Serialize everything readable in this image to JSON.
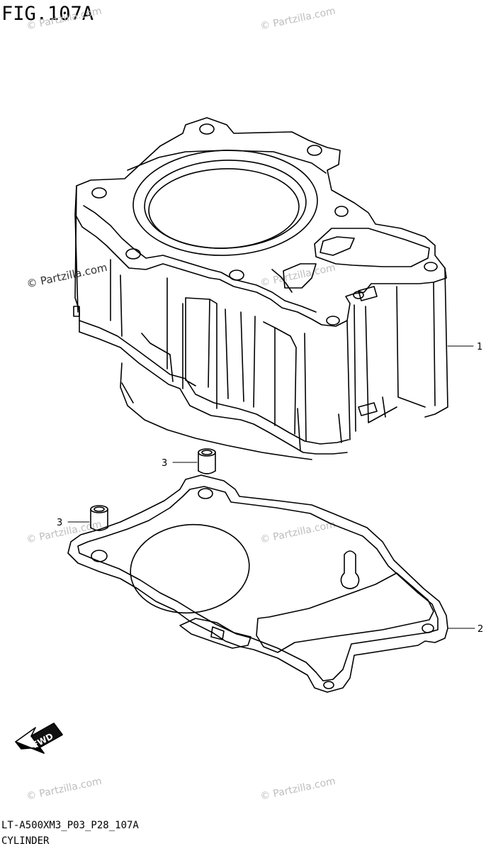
{
  "figure": {
    "title": "FIG.107A",
    "drawing_code": "LT-A500XM3_P03_P28_107A",
    "section_name": "CYLINDER"
  },
  "callouts": [
    {
      "ref": "1"
    },
    {
      "ref": "2"
    },
    {
      "ref": "3"
    },
    {
      "ref": "3"
    }
  ],
  "fwd_label": "FWD",
  "watermark": "© Partzilla.com"
}
